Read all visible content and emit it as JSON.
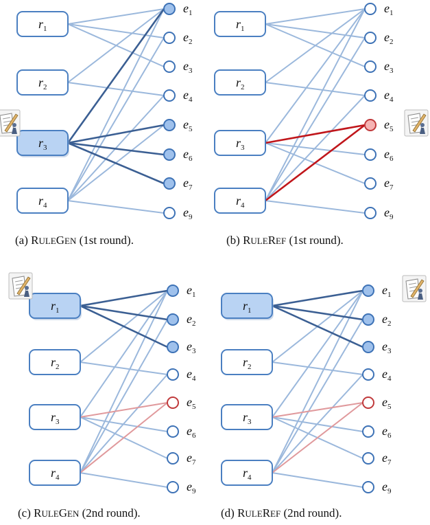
{
  "panels": [
    {
      "id": "a",
      "caption": {
        "prefix": "(a) ",
        "name_R": "R",
        "name_rest1": "ULE",
        "name_G": "G",
        "name_rest2": "EN",
        "suffix": " (1st round)."
      },
      "rules": [
        {
          "id": "r1",
          "letter": "r",
          "sub": "1",
          "highlighted": false
        },
        {
          "id": "r2",
          "letter": "r",
          "sub": "2",
          "highlighted": false
        },
        {
          "id": "r3",
          "letter": "r",
          "sub": "3",
          "highlighted": true
        },
        {
          "id": "r4",
          "letter": "r",
          "sub": "4",
          "highlighted": false
        }
      ],
      "entities": [
        {
          "id": "e1",
          "letter": "e",
          "sub": "1",
          "state": "selected"
        },
        {
          "id": "e2",
          "letter": "e",
          "sub": "2",
          "state": "normal"
        },
        {
          "id": "e3",
          "letter": "e",
          "sub": "3",
          "state": "normal"
        },
        {
          "id": "e4",
          "letter": "e",
          "sub": "4",
          "state": "normal"
        },
        {
          "id": "e5",
          "letter": "e",
          "sub": "5",
          "state": "selected"
        },
        {
          "id": "e6",
          "letter": "e",
          "sub": "6",
          "state": "selected"
        },
        {
          "id": "e7",
          "letter": "e",
          "sub": "7",
          "state": "selected"
        },
        {
          "id": "e9",
          "letter": "e",
          "sub": "9",
          "state": "normal"
        }
      ],
      "edges": [
        [
          "r1",
          "e1",
          "light"
        ],
        [
          "r1",
          "e2",
          "light"
        ],
        [
          "r1",
          "e3",
          "light"
        ],
        [
          "r2",
          "e1",
          "light"
        ],
        [
          "r2",
          "e4",
          "light"
        ],
        [
          "r3",
          "e1",
          "dark"
        ],
        [
          "r3",
          "e5",
          "dark"
        ],
        [
          "r3",
          "e6",
          "dark"
        ],
        [
          "r3",
          "e7",
          "dark"
        ],
        [
          "r4",
          "e1",
          "light"
        ],
        [
          "r4",
          "e2",
          "light"
        ],
        [
          "r4",
          "e4",
          "light"
        ],
        [
          "r4",
          "e5",
          "light"
        ],
        [
          "r4",
          "e9",
          "light"
        ]
      ],
      "expert_at": "r3"
    },
    {
      "id": "b",
      "caption": {
        "prefix": "(b) ",
        "name_R": "R",
        "name_rest1": "ULE",
        "name_G": "R",
        "name_rest2": "EF",
        "suffix": " (1st round)."
      },
      "rules": [
        {
          "id": "r1",
          "letter": "r",
          "sub": "1",
          "highlighted": false
        },
        {
          "id": "r2",
          "letter": "r",
          "sub": "2",
          "highlighted": false
        },
        {
          "id": "r3",
          "letter": "r",
          "sub": "3",
          "highlighted": false
        },
        {
          "id": "r4",
          "letter": "r",
          "sub": "4",
          "highlighted": false
        }
      ],
      "entities": [
        {
          "id": "e1",
          "letter": "e",
          "sub": "1",
          "state": "normal"
        },
        {
          "id": "e2",
          "letter": "e",
          "sub": "2",
          "state": "normal"
        },
        {
          "id": "e3",
          "letter": "e",
          "sub": "3",
          "state": "normal"
        },
        {
          "id": "e4",
          "letter": "e",
          "sub": "4",
          "state": "normal"
        },
        {
          "id": "e5",
          "letter": "e",
          "sub": "5",
          "state": "refuted"
        },
        {
          "id": "e6",
          "letter": "e",
          "sub": "6",
          "state": "normal"
        },
        {
          "id": "e7",
          "letter": "e",
          "sub": "7",
          "state": "normal"
        },
        {
          "id": "e9",
          "letter": "e",
          "sub": "9",
          "state": "normal"
        }
      ],
      "edges": [
        [
          "r1",
          "e1",
          "light"
        ],
        [
          "r1",
          "e2",
          "light"
        ],
        [
          "r1",
          "e3",
          "light"
        ],
        [
          "r2",
          "e1",
          "light"
        ],
        [
          "r2",
          "e4",
          "light"
        ],
        [
          "r3",
          "e1",
          "light"
        ],
        [
          "r3",
          "e5",
          "red"
        ],
        [
          "r3",
          "e6",
          "light"
        ],
        [
          "r3",
          "e7",
          "light"
        ],
        [
          "r4",
          "e1",
          "light"
        ],
        [
          "r4",
          "e2",
          "light"
        ],
        [
          "r4",
          "e4",
          "light"
        ],
        [
          "r4",
          "e5",
          "red"
        ],
        [
          "r4",
          "e9",
          "light"
        ]
      ],
      "expert_at": "e5"
    },
    {
      "id": "c",
      "caption": {
        "prefix": "(c) ",
        "name_R": "R",
        "name_rest1": "ULE",
        "name_G": "G",
        "name_rest2": "EN",
        "suffix": " (2nd round)."
      },
      "rules": [
        {
          "id": "r1",
          "letter": "r",
          "sub": "1",
          "highlighted": true
        },
        {
          "id": "r2",
          "letter": "r",
          "sub": "2",
          "highlighted": false
        },
        {
          "id": "r3",
          "letter": "r",
          "sub": "3",
          "highlighted": false
        },
        {
          "id": "r4",
          "letter": "r",
          "sub": "4",
          "highlighted": false
        }
      ],
      "entities": [
        {
          "id": "e1",
          "letter": "e",
          "sub": "1",
          "state": "selected"
        },
        {
          "id": "e2",
          "letter": "e",
          "sub": "2",
          "state": "selected"
        },
        {
          "id": "e3",
          "letter": "e",
          "sub": "3",
          "state": "selected"
        },
        {
          "id": "e4",
          "letter": "e",
          "sub": "4",
          "state": "normal"
        },
        {
          "id": "e5",
          "letter": "e",
          "sub": "5",
          "state": "refuted-outline"
        },
        {
          "id": "e6",
          "letter": "e",
          "sub": "6",
          "state": "normal"
        },
        {
          "id": "e7",
          "letter": "e",
          "sub": "7",
          "state": "normal"
        },
        {
          "id": "e9",
          "letter": "e",
          "sub": "9",
          "state": "normal"
        }
      ],
      "edges": [
        [
          "r1",
          "e1",
          "dark"
        ],
        [
          "r1",
          "e2",
          "dark"
        ],
        [
          "r1",
          "e3",
          "dark"
        ],
        [
          "r2",
          "e1",
          "light"
        ],
        [
          "r2",
          "e4",
          "light"
        ],
        [
          "r3",
          "e1",
          "light"
        ],
        [
          "r3",
          "e5",
          "pink"
        ],
        [
          "r3",
          "e6",
          "light"
        ],
        [
          "r3",
          "e7",
          "light"
        ],
        [
          "r4",
          "e1",
          "light"
        ],
        [
          "r4",
          "e2",
          "light"
        ],
        [
          "r4",
          "e4",
          "light"
        ],
        [
          "r4",
          "e5",
          "pink"
        ],
        [
          "r4",
          "e9",
          "light"
        ]
      ],
      "expert_at": "r1"
    },
    {
      "id": "d",
      "caption": {
        "prefix": "(d) ",
        "name_R": "R",
        "name_rest1": "ULE",
        "name_G": "R",
        "name_rest2": "EF",
        "suffix": " (2nd round)."
      },
      "rules": [
        {
          "id": "r1",
          "letter": "r",
          "sub": "1",
          "highlighted": true
        },
        {
          "id": "r2",
          "letter": "r",
          "sub": "2",
          "highlighted": false
        },
        {
          "id": "r3",
          "letter": "r",
          "sub": "3",
          "highlighted": false
        },
        {
          "id": "r4",
          "letter": "r",
          "sub": "4",
          "highlighted": false
        }
      ],
      "entities": [
        {
          "id": "e1",
          "letter": "e",
          "sub": "1",
          "state": "selected"
        },
        {
          "id": "e2",
          "letter": "e",
          "sub": "2",
          "state": "selected"
        },
        {
          "id": "e3",
          "letter": "e",
          "sub": "3",
          "state": "selected"
        },
        {
          "id": "e4",
          "letter": "e",
          "sub": "4",
          "state": "normal"
        },
        {
          "id": "e5",
          "letter": "e",
          "sub": "5",
          "state": "refuted-outline"
        },
        {
          "id": "e6",
          "letter": "e",
          "sub": "6",
          "state": "normal"
        },
        {
          "id": "e7",
          "letter": "e",
          "sub": "7",
          "state": "normal"
        },
        {
          "id": "e9",
          "letter": "e",
          "sub": "9",
          "state": "normal"
        }
      ],
      "edges": [
        [
          "r1",
          "e1",
          "dark"
        ],
        [
          "r1",
          "e2",
          "dark"
        ],
        [
          "r1",
          "e3",
          "dark"
        ],
        [
          "r2",
          "e1",
          "light"
        ],
        [
          "r2",
          "e4",
          "light"
        ],
        [
          "r3",
          "e1",
          "light"
        ],
        [
          "r3",
          "e5",
          "pink"
        ],
        [
          "r3",
          "e6",
          "light"
        ],
        [
          "r3",
          "e7",
          "light"
        ],
        [
          "r4",
          "e1",
          "light"
        ],
        [
          "r4",
          "e2",
          "light"
        ],
        [
          "r4",
          "e4",
          "light"
        ],
        [
          "r4",
          "e5",
          "pink"
        ],
        [
          "r4",
          "e9",
          "light"
        ]
      ],
      "expert_at": "e1"
    }
  ],
  "colors": {
    "light_edge": "#9bb8dc",
    "dark_edge": "#3b5f93",
    "red_edge": "#c0161b",
    "pink_edge": "#e0999c",
    "node_border": "#4a7fc1",
    "node_fill_highlight": "#b9d3f3",
    "entity_border": "#3d72b6",
    "entity_fill_selected": "#9fc1ec",
    "entity_border_refuted": "#c0393b",
    "entity_fill_refuted": "#f6b3b3"
  },
  "icons": {
    "expert": "expert-annotator-icon"
  }
}
